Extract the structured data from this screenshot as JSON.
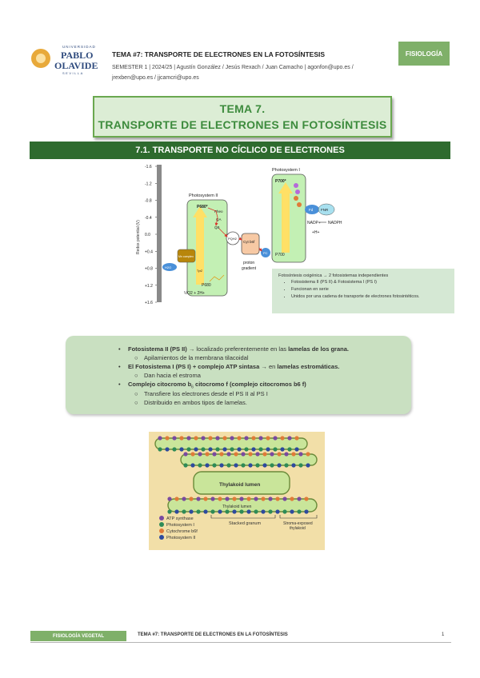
{
  "header": {
    "logo_lines": [
      "UNIVERSIDAD",
      "PABLO",
      "OLAVIDE",
      "SEVILLA"
    ],
    "title": "TEMA #7: TRANSPORTE DE ELECTRONES EN LA FOTOSÍNTESIS",
    "meta_line1": "SEMESTER 1 | 2024/25 | Agustín González / Jesús Rexach / Juan Camacho | agonfon@upo.es /",
    "meta_line2": "jrexben@upo.es / jjcamcri@upo.es",
    "subject": "FISIOLOGÍA"
  },
  "title_box": {
    "line1": "TEMA 7.",
    "line2": "TRANSPORTE DE ELECTRONES EN FOTOSÍNTESIS"
  },
  "section": {
    "heading": "7.1. TRANSPORTE NO CÍCLICO DE ELECTRONES"
  },
  "diagram": {
    "y_axis_label": "Redox potential (V)",
    "y_ticks": [
      "-1.6",
      "-1.2",
      "-0.8",
      "-0.4",
      "0.0",
      "+0.4",
      "+0.8",
      "+1.2",
      "+1.6"
    ],
    "ps2_label": "Photosystem II",
    "ps1_label": "Photosystem I",
    "p680_star": "P680*",
    "p680": "P680",
    "p700_star": "P700*",
    "p700": "P700",
    "pheo": "Pheo",
    "qa": "QA",
    "qb": "QB",
    "pq": "PQH2",
    "cytb6f": "Cyt b6f",
    "pc": "PC",
    "fd": "Fd",
    "fnr": "FNR",
    "nadp": "NADP+",
    "nadph": "NADPH",
    "h_plus": "+H+",
    "mn": "Mn complex",
    "tyrz": "TyrZ",
    "water": "H2O",
    "o2": "½O2 + 2H+",
    "gradient_line1": "proton",
    "gradient_line2": "gradient"
  },
  "notes": {
    "intro": "Fotosíntesis oxigénica → 2 fotosistemas independientes",
    "items": [
      "Fotosistema II (PS II) & Fotosistema I (PS I)",
      "Funcionan en serie",
      "Unidos por una cadena de transporte de electrones fotosintéticos."
    ]
  },
  "info": {
    "item1_pre": "Fotosistema II (PS II)",
    "item1_mid": " → localizado preferentemente en las ",
    "item1_bold": "lamelas de los grana.",
    "item1_sub": "Apilamientos de la membrana tilacoidal",
    "item2_pre": "El Fotosistema I (PS I) + complejo ATP sintasa",
    "item2_mid": " → en ",
    "item2_bold": "lamelas estromáticas.",
    "item2_sub": "Dan hacia el estroma",
    "item3_pre": "Complejo citocromo b",
    "item3_subscript": "6",
    "item3_post": " citocromo f (complejo citocromos b6 f)",
    "item3_sub1": "Transfiere los electrones desde el PS II al PS I",
    "item3_sub2": "Distribuido en ambos tipos de lamelas."
  },
  "thylakoid": {
    "lumen_label_1": "Thylakoid lumen",
    "lumen_label_2": "Thylakoid lumen",
    "legend": [
      "ATP synthase",
      "Photosystem I",
      "Cytochrome b6f",
      "Photosystem II"
    ],
    "region_grana": "Stacked granum",
    "region_stroma_1": "Stroma-exposed",
    "region_stroma_2": "thylakoid"
  },
  "footer": {
    "left": "FISIOLOGÍA VEGETAL",
    "right": "TEMA #7: TRANSPORTE DE ELECTRONES EN LA FOTOSÍNTESIS",
    "page": "1"
  }
}
